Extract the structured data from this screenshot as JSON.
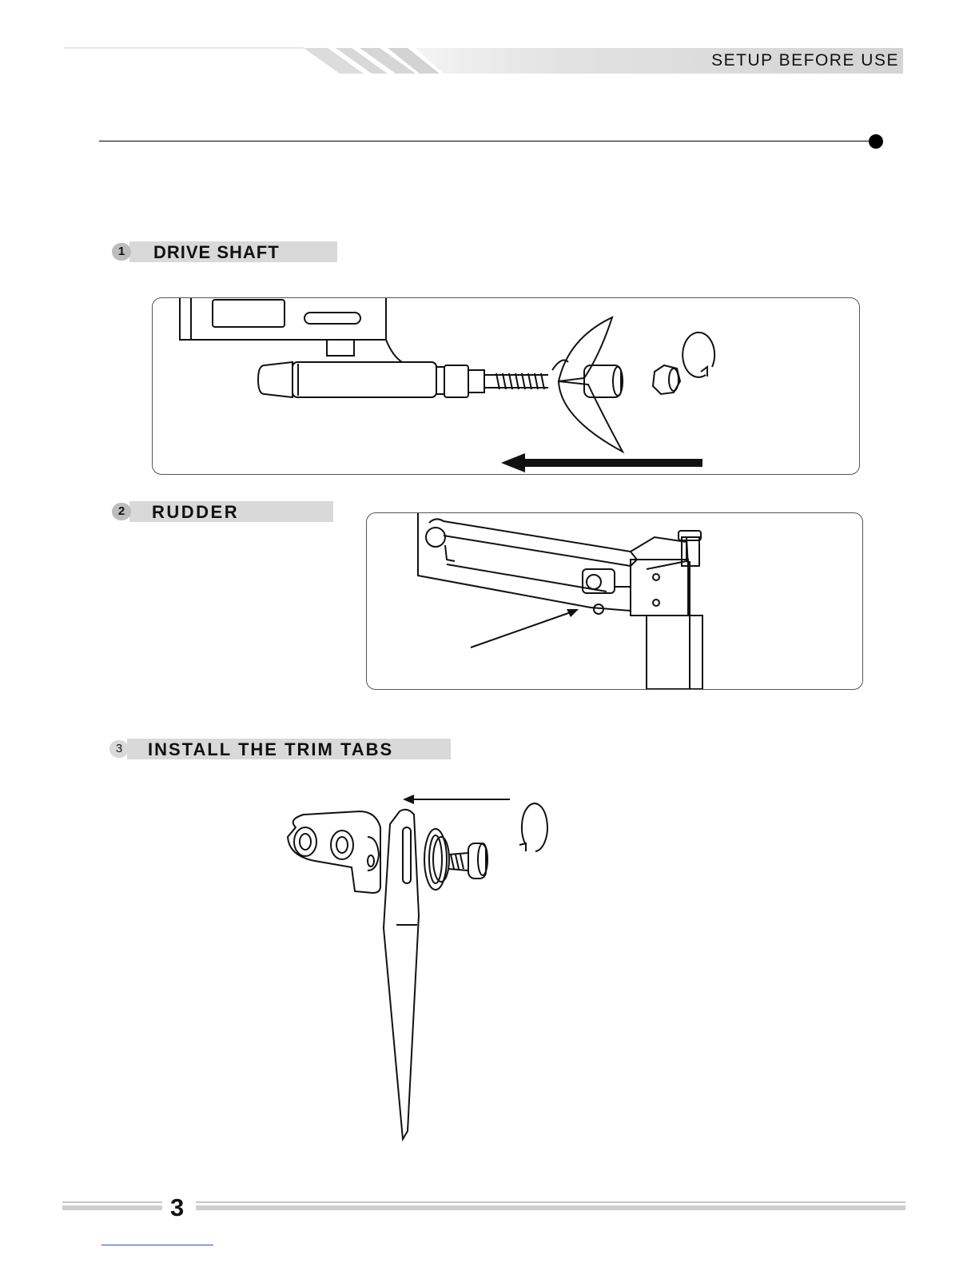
{
  "header": {
    "title": "SETUP BEFORE USE"
  },
  "sections": [
    {
      "number": "1",
      "title": "DRIVE SHAFT"
    },
    {
      "number": "2",
      "title": "RUDDER"
    },
    {
      "number": "3",
      "title": "INSTALL THE TRIM TABS"
    }
  ],
  "footer": {
    "page_number": "3"
  },
  "colors": {
    "ink": "#111111",
    "label_bar": "#d9d9d9",
    "badge": "#bdbdbd",
    "link": "#2a4bd6"
  }
}
